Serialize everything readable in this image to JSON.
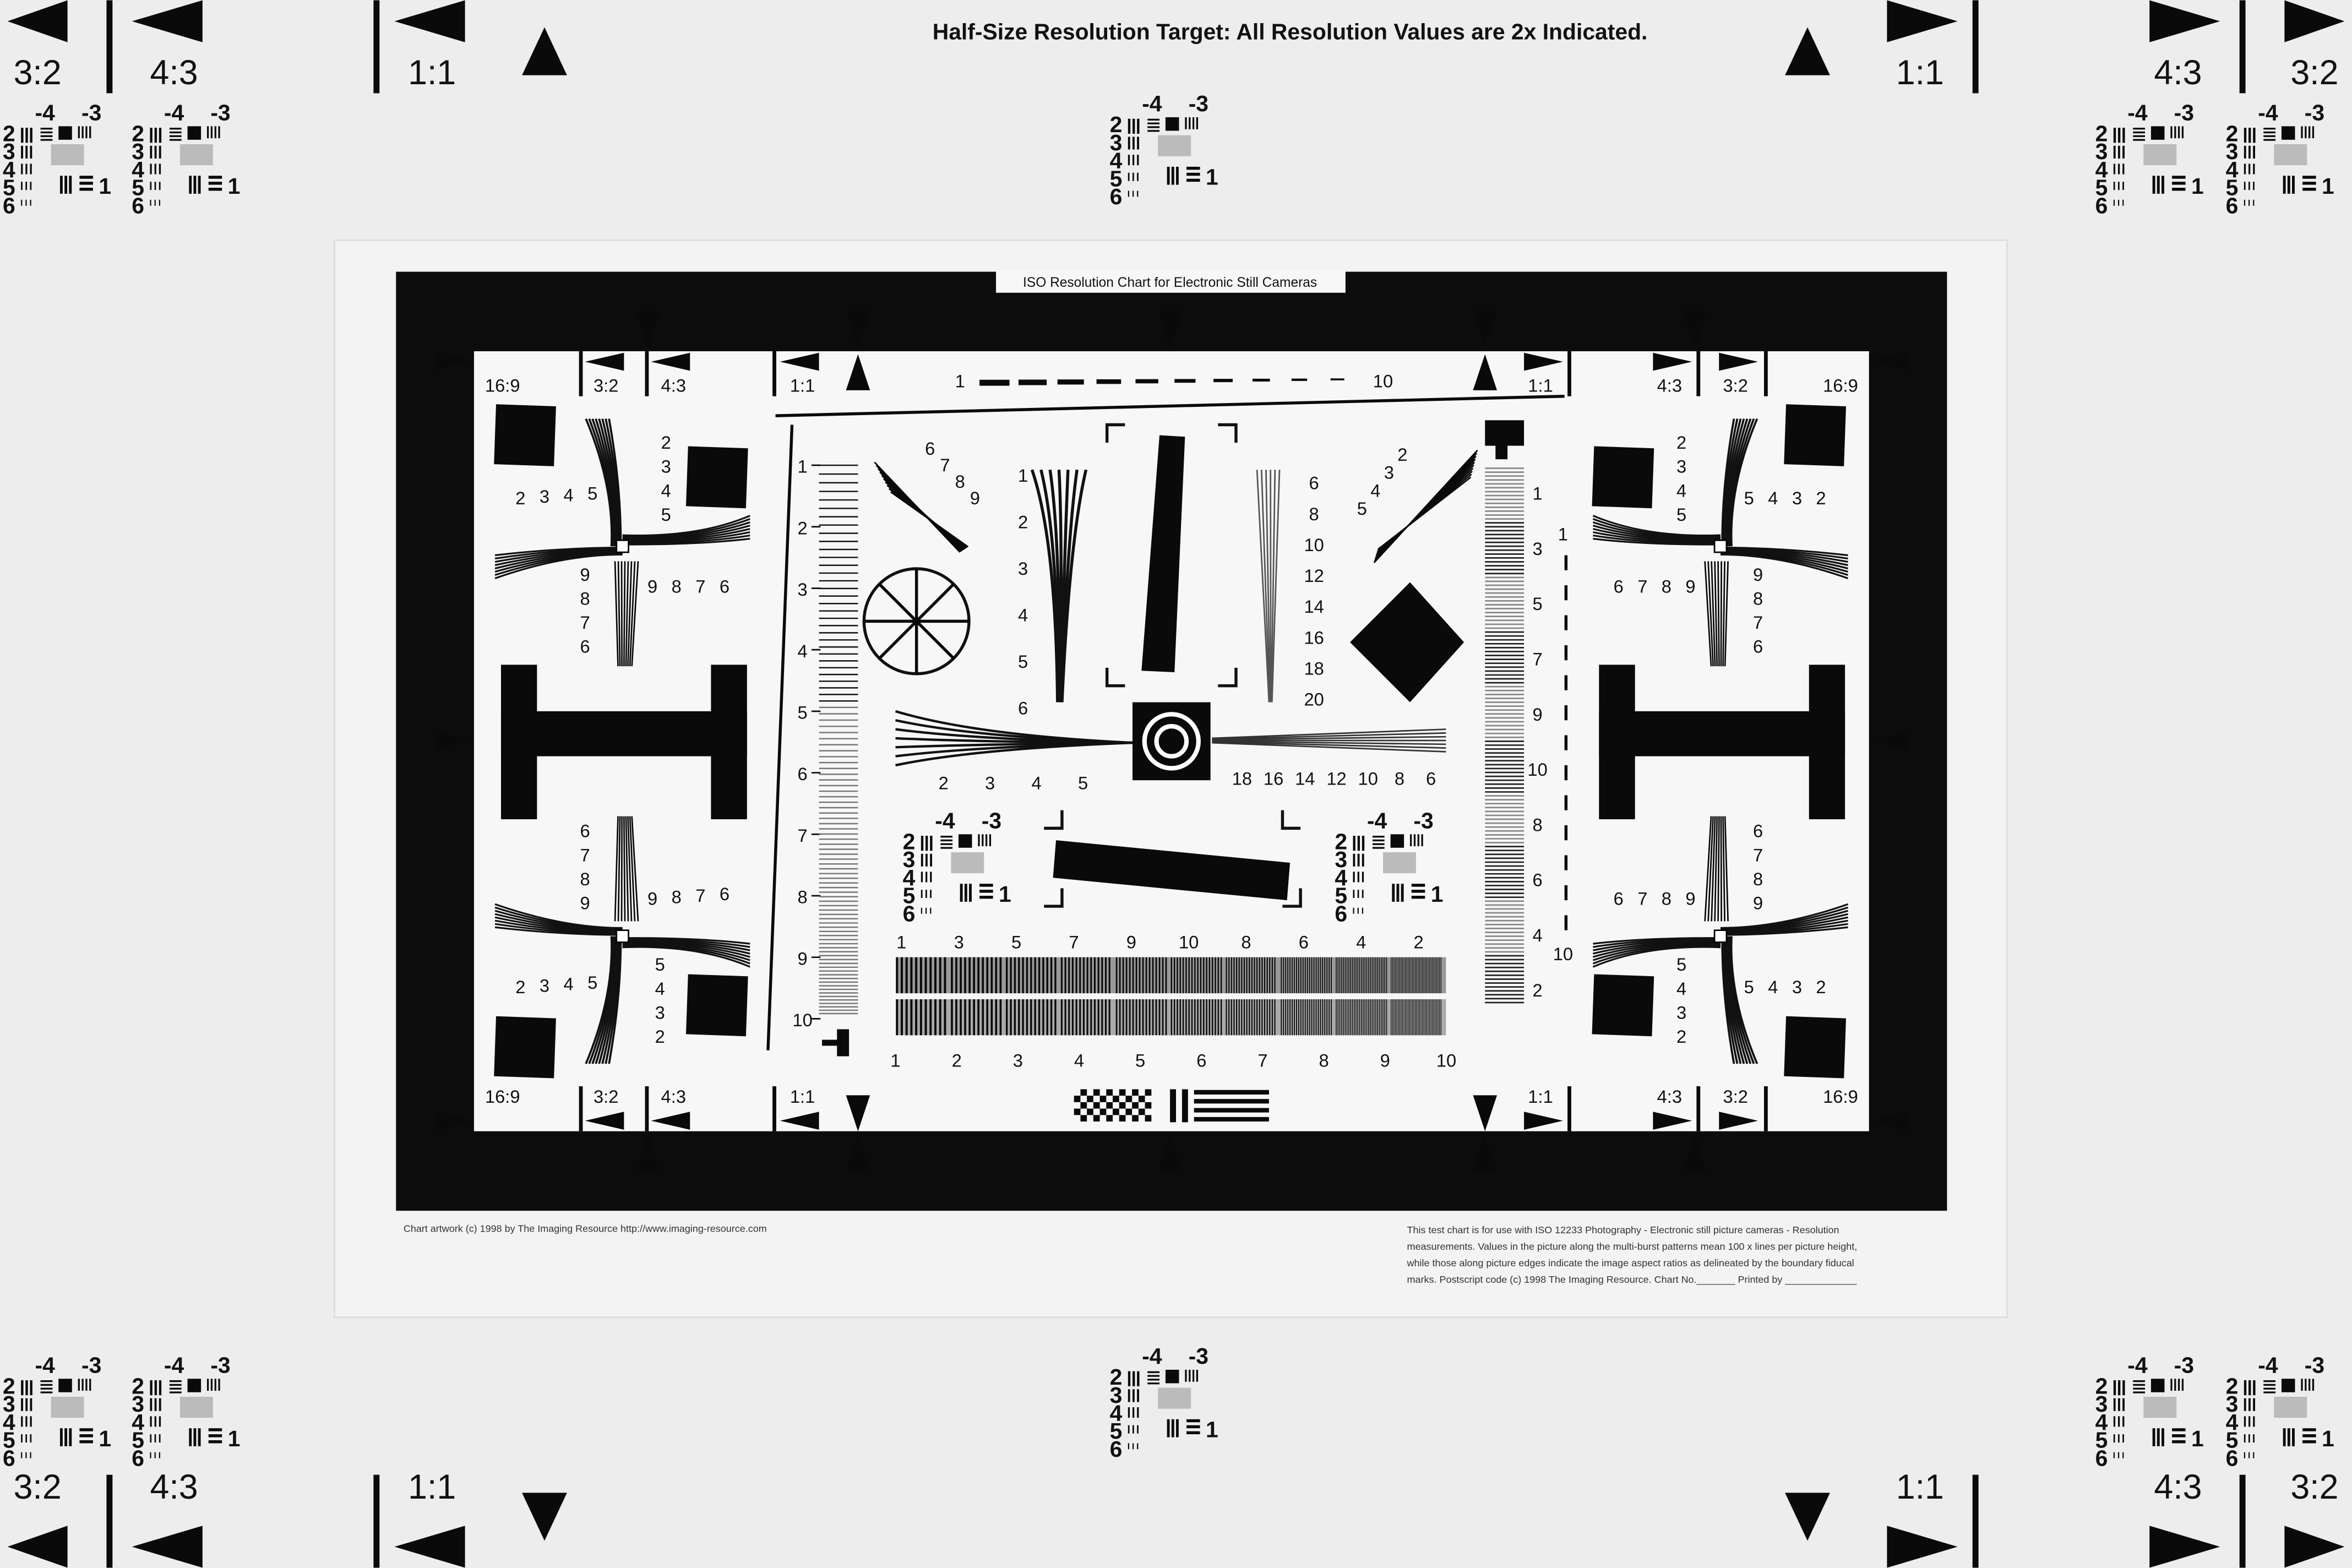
{
  "header": {
    "title": "Half-Size Resolution Target: All Resolution Values are 2x Indicated."
  },
  "corner_labels": {
    "ratio_3_2": "3:2",
    "ratio_4_3": "4:3",
    "ratio_1_1": "1:1"
  },
  "mini_target": {
    "top_left": "-4",
    "top_right": "-3",
    "rows": [
      "2",
      "3",
      "4",
      "5",
      "6"
    ],
    "bottom_right": "1"
  },
  "chart": {
    "title": "ISO Resolution Chart for Electronic Still Cameras",
    "aspect_labels": {
      "r16_9": "16:9",
      "r3_2": "3:2",
      "r4_3": "4:3",
      "r1_1": "1:1"
    },
    "top_burst": {
      "start": "1",
      "end": "10"
    },
    "left_ladder": [
      "1",
      "2",
      "3",
      "4",
      "5",
      "6",
      "7",
      "8",
      "9",
      "10"
    ],
    "right_ladder": [
      "1",
      "3",
      "5",
      "7",
      "9",
      "10",
      "8",
      "6",
      "4",
      "2"
    ],
    "right_ladder_extra": [
      "1",
      "10"
    ],
    "burst_top_row": [
      "1",
      "3",
      "5",
      "7",
      "9",
      "10",
      "8",
      "6",
      "4",
      "2"
    ],
    "burst_bottom_row": [
      "1",
      "2",
      "3",
      "4",
      "5",
      "6",
      "7",
      "8",
      "9",
      "10"
    ],
    "hyper_left": [
      "2",
      "3",
      "4",
      "5"
    ],
    "hyper_right": [
      "18",
      "16",
      "14",
      "12",
      "10",
      "8",
      "6"
    ],
    "vert_left_scale": [
      "1",
      "2",
      "3",
      "4",
      "5",
      "6"
    ],
    "vert_right_scale": [
      "6",
      "8",
      "10",
      "12",
      "14",
      "16",
      "18",
      "20"
    ],
    "diag_left": [
      "6",
      "7",
      "8",
      "9"
    ],
    "diag_right": [
      "2",
      "3",
      "4",
      "5"
    ],
    "quad_h": [
      "2",
      "3",
      "4",
      "5"
    ],
    "quad_h2": [
      "9",
      "8",
      "7",
      "6"
    ],
    "quad_v_top": [
      "2",
      "3",
      "4",
      "5"
    ],
    "quad_v_bot": [
      "9",
      "8",
      "7",
      "6"
    ]
  },
  "footer": {
    "artwork": "Chart artwork (c) 1998 by The Imaging Resource http://www.imaging-resource.com",
    "notes": [
      "This test chart is for use with ISO 12233 Photography - Electronic still picture cameras - Resolution",
      "measurements. Values in the picture along the multi-burst patterns mean 100 x lines per picture height,",
      "while those along picture edges indicate the image aspect ratios as delineated by the boundary fiducal",
      "marks. Postscript code  (c) 1998 The Imaging Resource. Chart No._______  Printed by _____________"
    ]
  }
}
